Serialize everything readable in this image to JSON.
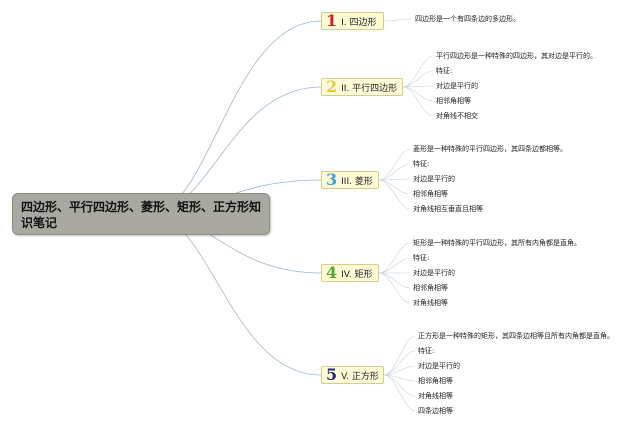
{
  "root": {
    "title": "四边形、平行四边形、菱形、矩形、正方形知识笔记"
  },
  "branches": [
    {
      "num": "1",
      "color": "#d42020",
      "label": "I. 四边形",
      "leaves": [
        "四边形是一个有四条边的多边形。"
      ]
    },
    {
      "num": "2",
      "color": "#e8c840",
      "label": "II. 平行四边形",
      "leaves": [
        "平行四边形是一种特殊的四边形，其对边是平行的。",
        "特征:",
        "对边是平行的",
        "相邻角相等",
        "对角线不相交"
      ]
    },
    {
      "num": "3",
      "color": "#3aa0d8",
      "label": "III. 菱形",
      "leaves": [
        "菱形是一种特殊的平行四边形，其四条边都相等。",
        "特征:",
        "对边是平行的",
        "相邻角相等",
        "对角线相互垂直且相等"
      ]
    },
    {
      "num": "4",
      "color": "#4cab2a",
      "label": "IV. 矩形",
      "leaves": [
        "矩形是一种特殊的平行四边形，其所有内角都是直角。",
        "特征:",
        "对边是平行的",
        "相邻角相等",
        "对角线相等"
      ]
    },
    {
      "num": "5",
      "color": "#1f2f7a",
      "label": "V. 正方形",
      "leaves": [
        "正方形是一种特殊的矩形，其四条边相等且所有内角都是直角。",
        "特征:",
        "对边是平行的",
        "相邻角相等",
        "对角线相等",
        "四条边相等"
      ]
    }
  ]
}
